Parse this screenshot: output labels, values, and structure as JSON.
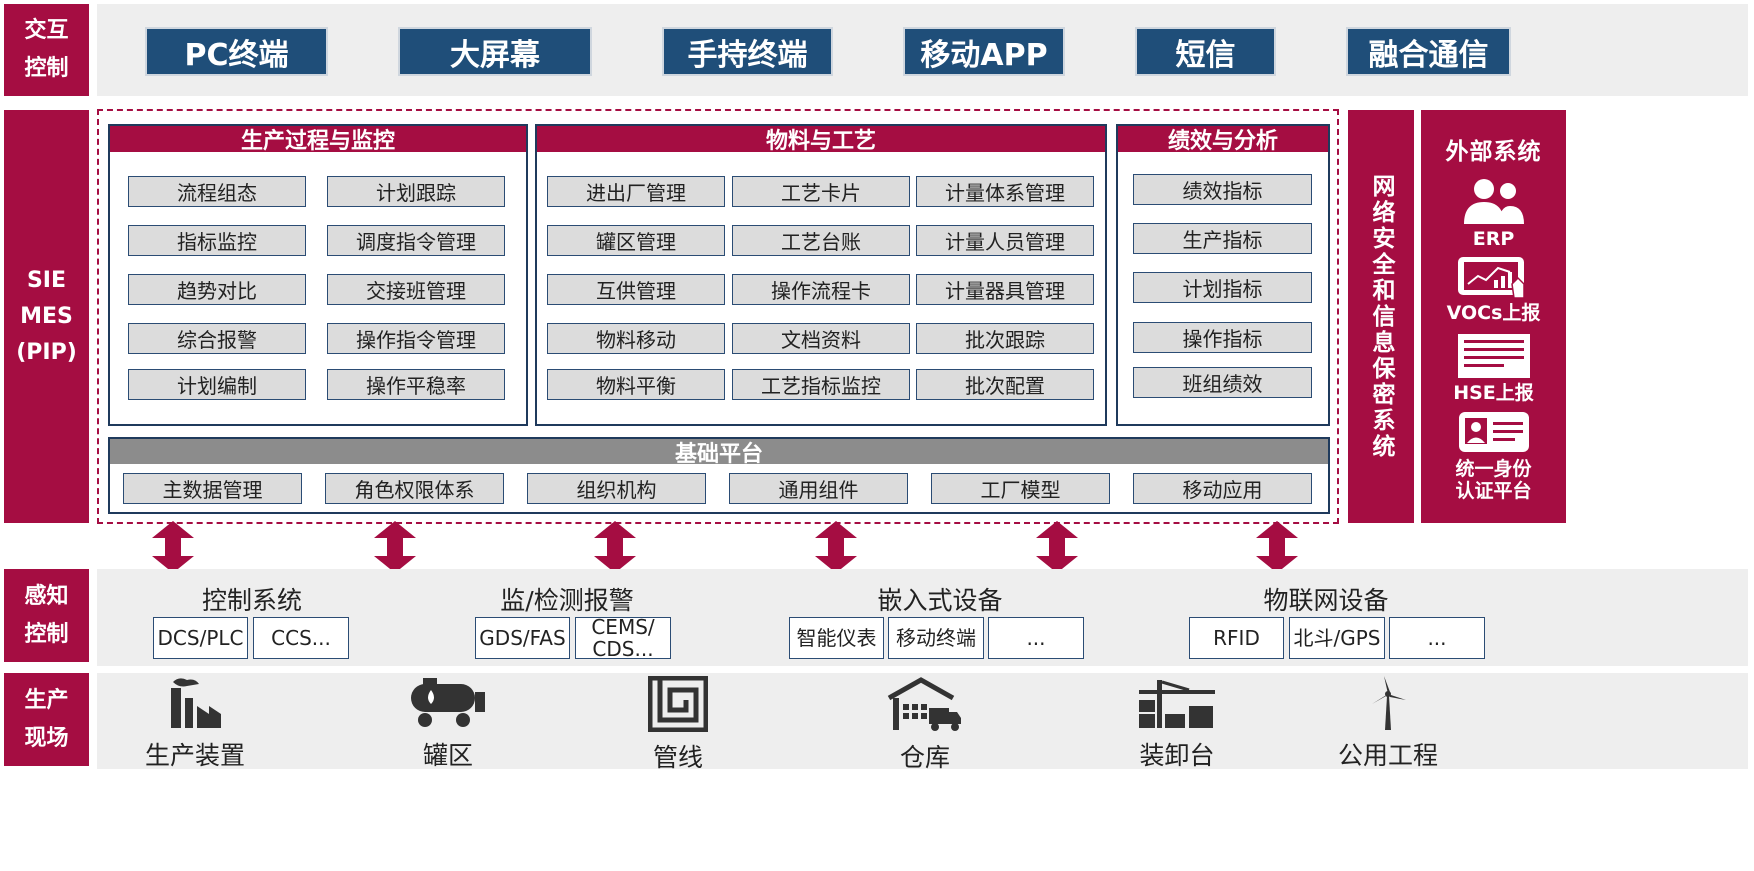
{
  "layers": {
    "interaction": "交互\n控制",
    "sie": "SIE\nMES\n(PIP)",
    "sensing": "感知\n控制",
    "production": "生产\n现场"
  },
  "terminals": [
    "PC终端",
    "大屏幕",
    "手持终端",
    "移动APP",
    "短信",
    "融合通信"
  ],
  "panels": {
    "production_monitoring": {
      "title": "生产过程与监控",
      "items": [
        "流程组态",
        "计划跟踪",
        "指标监控",
        "调度指令管理",
        "趋势对比",
        "交接班管理",
        "综合报警",
        "操作指令管理",
        "计划编制",
        "操作平稳率"
      ]
    },
    "material_process": {
      "title": "物料与工艺",
      "items": [
        "进出厂管理",
        "工艺卡片",
        "计量体系管理",
        "罐区管理",
        "工艺台账",
        "计量人员管理",
        "互供管理",
        "操作流程卡",
        "计量器具管理",
        "物料移动",
        "文档资料",
        "批次跟踪",
        "物料平衡",
        "工艺指标监控",
        "批次配置"
      ]
    },
    "performance": {
      "title": "绩效与分析",
      "items": [
        "绩效指标",
        "生产指标",
        "计划指标",
        "操作指标",
        "班组绩效"
      ]
    }
  },
  "base_platform": {
    "title": "基础平台",
    "items": [
      "主数据管理",
      "角色权限体系",
      "组织机构",
      "通用组件",
      "工厂模型",
      "移动应用"
    ]
  },
  "security": "网络安全和信息保密系统",
  "external": {
    "title": "外部系统",
    "items": [
      {
        "label": "ERP",
        "icon": "users-icon"
      },
      {
        "label": "VOCs上报",
        "icon": "chart-tablet-icon"
      },
      {
        "label": "HSE上报",
        "icon": "monitor-icon"
      },
      {
        "label": "统一身份\n认证平台",
        "icon": "id-card-icon"
      }
    ]
  },
  "sensing_groups": [
    {
      "title": "控制系统",
      "items": [
        "DCS/PLC",
        "CCS..."
      ]
    },
    {
      "title": "监/检测报警",
      "items": [
        "GDS/FAS",
        "CEMS/\nCDS..."
      ]
    },
    {
      "title": "嵌入式设备",
      "items": [
        "智能仪表",
        "移动终端",
        "..."
      ]
    },
    {
      "title": "物联网设备",
      "items": [
        "RFID",
        "北斗/GPS",
        "..."
      ]
    }
  ],
  "sites": [
    {
      "label": "生产装置",
      "icon": "factory-icon"
    },
    {
      "label": "罐区",
      "icon": "tank-truck-icon"
    },
    {
      "label": "管线",
      "icon": "pipeline-maze-icon"
    },
    {
      "label": "仓库",
      "icon": "warehouse-truck-icon"
    },
    {
      "label": "装卸台",
      "icon": "crane-container-icon"
    },
    {
      "label": "公用工程",
      "icon": "wind-turbine-icon"
    }
  ],
  "colors": {
    "accent": "#a50d42",
    "navy": "#1f4e79",
    "gray": "#dcdcdc"
  }
}
